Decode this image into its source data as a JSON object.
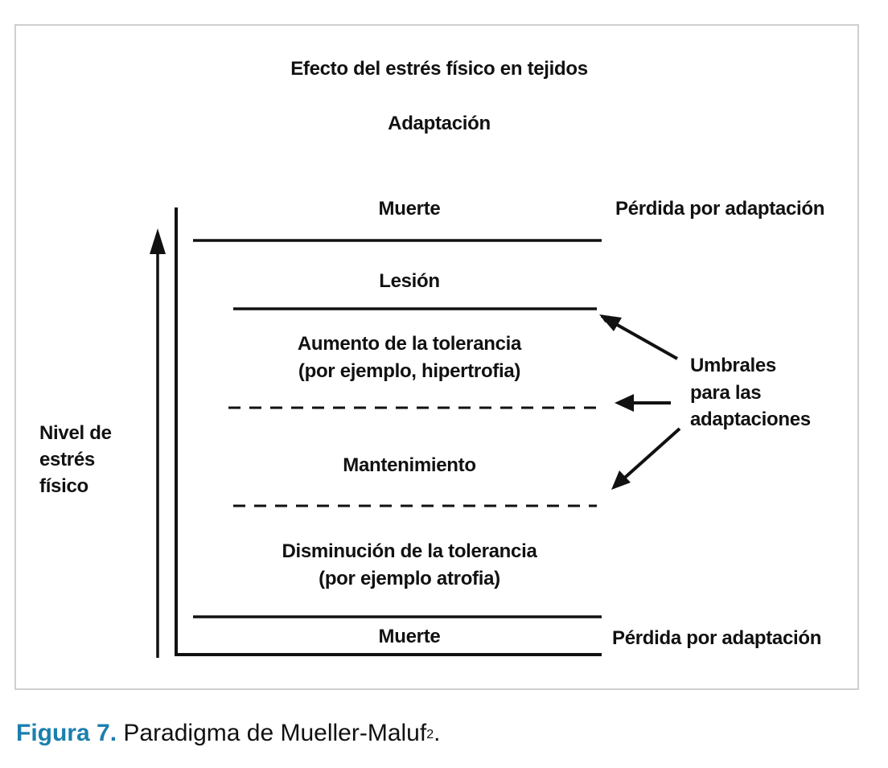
{
  "diagram": {
    "title": "Efecto del estrés físico en tejidos",
    "subtitle": "Adaptación",
    "y_axis_label_lines": [
      "Nivel de",
      "estrés",
      "físico"
    ],
    "zones": {
      "muerte_top": "Muerte",
      "lesion": "Lesión",
      "aumento_line1": "Aumento de la tolerancia",
      "aumento_line2": "(por ejemplo, hipertrofia)",
      "mantenimiento": "Mantenimiento",
      "disminucion_line1": "Disminución de la tolerancia",
      "disminucion_line2": "(por ejemplo atrofia)",
      "muerte_bottom": "Muerte"
    },
    "right_labels": {
      "perdida_top": "Pérdida por adaptación",
      "perdida_bottom": "Pérdida por adaptación",
      "umbrales_lines": [
        "Umbrales",
        "para las",
        "adaptaciones"
      ]
    }
  },
  "caption": {
    "figure_label": "Figura 7.",
    "text": "Paradigma de Mueller-Maluf",
    "superscript": "2",
    "period": "."
  },
  "colors": {
    "caption_accent": "#1b7fae",
    "frame_border": "#cfcfcf",
    "ink": "#111111"
  }
}
